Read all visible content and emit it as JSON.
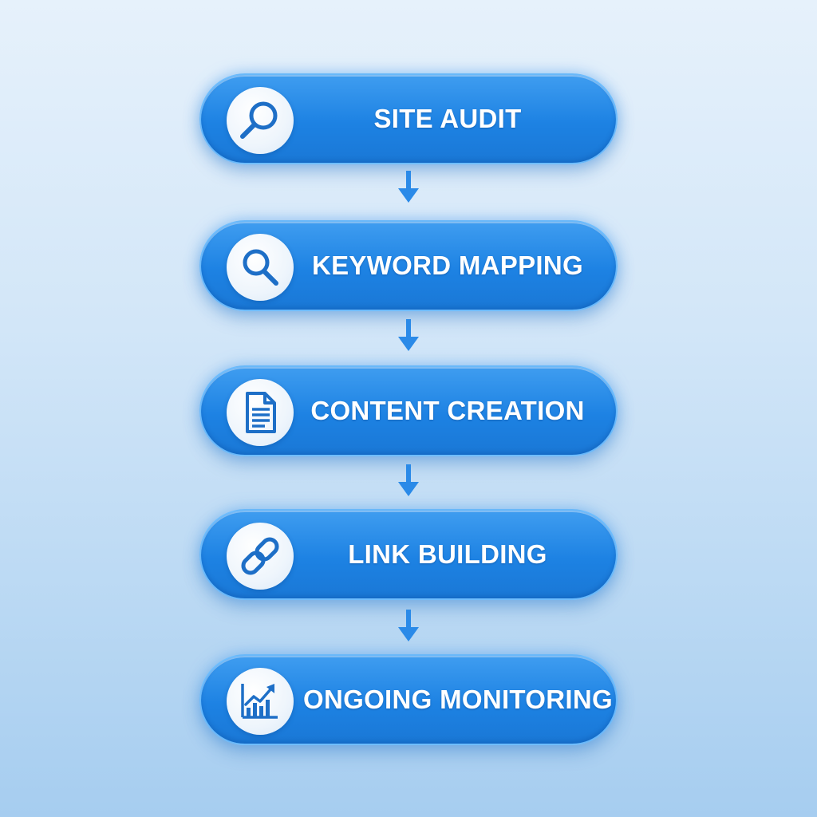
{
  "steps": [
    {
      "label": "SITE AUDIT",
      "icon": "magnifier-icon"
    },
    {
      "label": "KEYWORD MAPPING",
      "icon": "search-icon"
    },
    {
      "label": "CONTENT CREATION",
      "icon": "document-icon"
    },
    {
      "label": "LINK BUILDING",
      "icon": "chain-link-icon"
    },
    {
      "label": "ONGOING MONITORING",
      "icon": "growth-chart-icon"
    }
  ],
  "colors": {
    "pill": "#1d82e3",
    "pill_border": "#78c3ff",
    "icon": "#1e6fc7",
    "arrow": "#2a8ae8",
    "background": "#d2e6f8"
  }
}
